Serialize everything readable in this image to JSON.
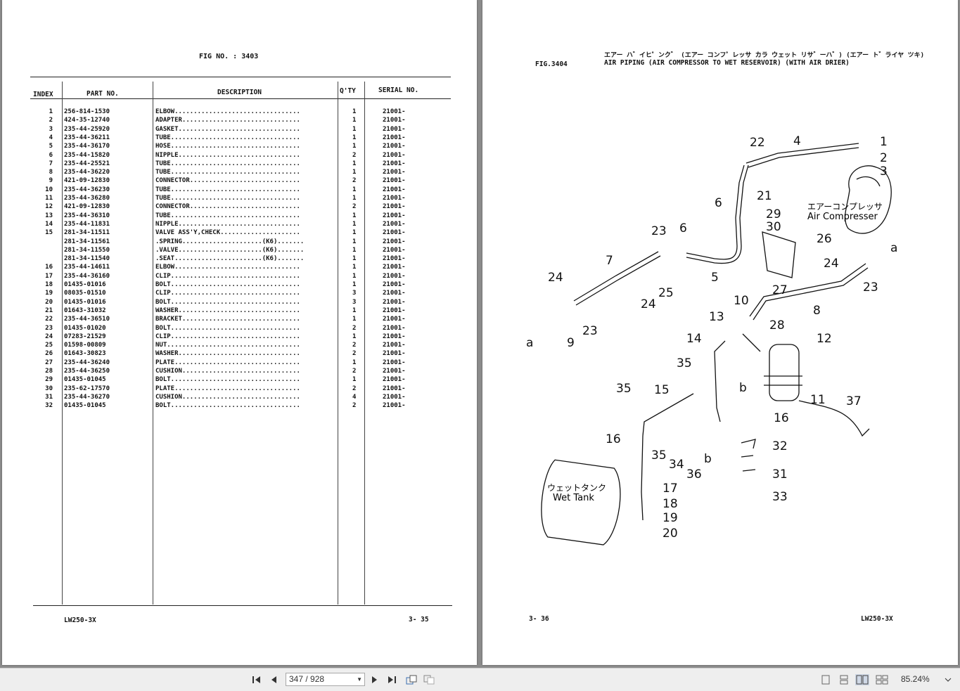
{
  "left_page": {
    "fig_title": "FIG NO. : 3403",
    "headers": {
      "index": "INDEX",
      "part": "PART NO.",
      "desc": "DESCRIPTION",
      "qty": "Q'TY",
      "serial": "SERIAL NO."
    },
    "rows": [
      {
        "i": "1",
        "p": "256-814-1530",
        "d": "ELBOW.................................",
        "q": "1",
        "s": "21001-"
      },
      {
        "i": "2",
        "p": "424-35-12740",
        "d": "ADAPTER...............................",
        "q": "1",
        "s": "21001-"
      },
      {
        "i": "3",
        "p": "235-44-25920",
        "d": "GASKET................................",
        "q": "1",
        "s": "21001-"
      },
      {
        "i": "4",
        "p": "235-44-36211",
        "d": "TUBE..................................",
        "q": "1",
        "s": "21001-"
      },
      {
        "i": "5",
        "p": "235-44-36170",
        "d": "HOSE..................................",
        "q": "1",
        "s": "21001-"
      },
      {
        "i": "6",
        "p": "235-44-15820",
        "d": "NIPPLE................................",
        "q": "2",
        "s": "21001-"
      },
      {
        "i": "7",
        "p": "235-44-25521",
        "d": "TUBE..................................",
        "q": "1",
        "s": "21001-"
      },
      {
        "i": "8",
        "p": "235-44-36220",
        "d": "TUBE..................................",
        "q": "1",
        "s": "21001-"
      },
      {
        "i": "9",
        "p": "421-09-12830",
        "d": "CONNECTOR.............................",
        "q": "2",
        "s": "21001-"
      },
      {
        "i": "10",
        "p": "235-44-36230",
        "d": "TUBE..................................",
        "q": "1",
        "s": "21001-"
      },
      {
        "i": "11",
        "p": "235-44-36280",
        "d": "TUBE..................................",
        "q": "1",
        "s": "21001-"
      },
      {
        "i": "12",
        "p": "421-09-12830",
        "d": "CONNECTOR.............................",
        "q": "2",
        "s": "21001-"
      },
      {
        "i": "13",
        "p": "235-44-36310",
        "d": "TUBE..................................",
        "q": "1",
        "s": "21001-"
      },
      {
        "i": "14",
        "p": "235-44-11831",
        "d": "NIPPLE................................",
        "q": "1",
        "s": "21001-"
      },
      {
        "i": "15",
        "p": "281-34-11511",
        "d": "VALVE ASS'Y,CHECK.....................",
        "q": "1",
        "s": "21001-"
      },
      {
        "i": "",
        "p": "281-34-11561",
        "d": ".SPRING.....................(K6).......",
        "q": "1",
        "s": "21001-"
      },
      {
        "i": "",
        "p": "281-34-11550",
        "d": ".VALVE......................(K6).......",
        "q": "1",
        "s": "21001-"
      },
      {
        "i": "",
        "p": "281-34-11540",
        "d": ".SEAT.......................(K6).......",
        "q": "1",
        "s": "21001-"
      },
      {
        "i": "16",
        "p": "235-44-14611",
        "d": "ELBOW.................................",
        "q": "1",
        "s": "21001-"
      },
      {
        "i": "17",
        "p": "235-44-36160",
        "d": "CLIP..................................",
        "q": "1",
        "s": "21001-"
      },
      {
        "i": "18",
        "p": "01435-01016",
        "d": "BOLT..................................",
        "q": "1",
        "s": "21001-"
      },
      {
        "i": "19",
        "p": "08035-01510",
        "d": "CLIP..................................",
        "q": "3",
        "s": "21001-"
      },
      {
        "i": "20",
        "p": "01435-01016",
        "d": "BOLT..................................",
        "q": "3",
        "s": "21001-"
      },
      {
        "i": "21",
        "p": "01643-31032",
        "d": "WASHER................................",
        "q": "1",
        "s": "21001-"
      },
      {
        "i": "22",
        "p": "235-44-36510",
        "d": "BRACKET...............................",
        "q": "1",
        "s": "21001-"
      },
      {
        "i": "23",
        "p": "01435-01020",
        "d": "BOLT..................................",
        "q": "2",
        "s": "21001-"
      },
      {
        "i": "24",
        "p": "07283-21529",
        "d": "CLIP..................................",
        "q": "1",
        "s": "21001-"
      },
      {
        "i": "25",
        "p": "01598-00809",
        "d": "NUT...................................",
        "q": "2",
        "s": "21001-"
      },
      {
        "i": "26",
        "p": "01643-30823",
        "d": "WASHER................................",
        "q": "2",
        "s": "21001-"
      },
      {
        "i": "27",
        "p": "235-44-36240",
        "d": "PLATE.................................",
        "q": "1",
        "s": "21001-"
      },
      {
        "i": "28",
        "p": "235-44-36250",
        "d": "CUSHION...............................",
        "q": "2",
        "s": "21001-"
      },
      {
        "i": "29",
        "p": "01435-01045",
        "d": "BOLT..................................",
        "q": "1",
        "s": "21001-"
      },
      {
        "i": "30",
        "p": "235-62-17570",
        "d": "PLATE.................................",
        "q": "2",
        "s": "21001-"
      },
      {
        "i": "31",
        "p": "235-44-36270",
        "d": "CUSHION...............................",
        "q": "4",
        "s": "21001-"
      },
      {
        "i": "32",
        "p": "01435-01045",
        "d": "BOLT..................................",
        "q": "2",
        "s": "21001-"
      }
    ],
    "footer_model": "LW250-3X",
    "footer_page": "3- 35"
  },
  "right_page": {
    "fig_no": "FIG.3404",
    "jp_title": "エアー ハ゛イヒ゜ンク゛ (エアー コンフ゜レッサ カラ ウェット リサ゛ーハ゛) (エアー ト゛ライヤ ツキ)",
    "title": "AIR PIPING (AIR COMPRESSOR TO WET RESERVOIR) (WITH AIR DRIER)",
    "label_compressor_jp": "エアーコンプレッサ",
    "label_compressor_en": "Air Compresser",
    "label_tank_jp": "ウェットタンク",
    "label_tank_en": "Wet Tank",
    "callouts": [
      "1",
      "2",
      "3",
      "4",
      "5",
      "6",
      "6",
      "7",
      "8",
      "9",
      "10",
      "11",
      "12",
      "13",
      "14",
      "15",
      "16",
      "16",
      "17",
      "18",
      "19",
      "20",
      "21",
      "22",
      "23",
      "23",
      "23",
      "24",
      "24",
      "24",
      "25",
      "26",
      "27",
      "28",
      "29",
      "30",
      "31",
      "32",
      "33",
      "34",
      "35",
      "35",
      "35",
      "36",
      "37",
      "a",
      "a",
      "b",
      "b"
    ],
    "footer_page": "3- 36",
    "footer_model": "LW250-3X"
  },
  "toolbar": {
    "page_value": "347 / 928",
    "zoom": "85.24%",
    "icons": [
      "first-page-icon",
      "prev-page-icon",
      "next-page-icon",
      "last-page-icon",
      "go-back-icon",
      "go-forward-icon",
      "single-page-icon",
      "continuous-icon",
      "two-page-icon",
      "two-page-continuous-icon"
    ]
  }
}
